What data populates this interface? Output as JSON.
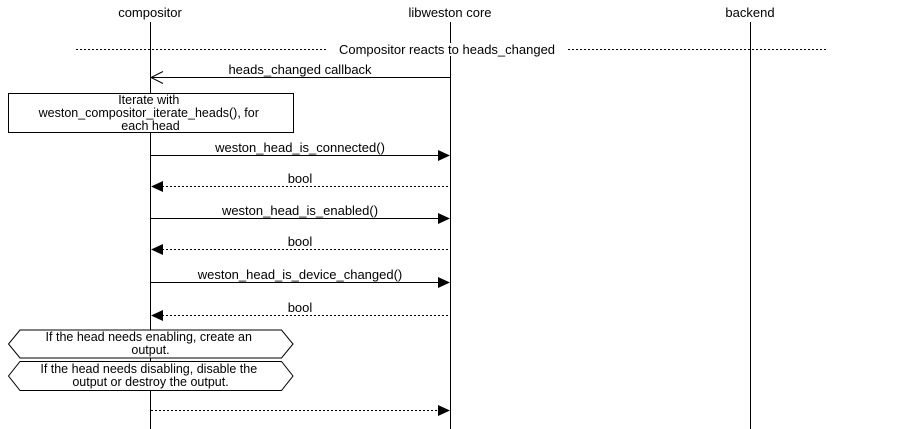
{
  "diagram": {
    "type": "sequence",
    "background_color": "#ffffff",
    "line_color": "#000000",
    "comment": "Compositor reacts to heads_changed",
    "actors": [
      {
        "name": "compositor"
      },
      {
        "name": "libweston core"
      },
      {
        "name": "backend"
      }
    ],
    "messages": [
      {
        "label": "heads_changed callback",
        "from": "libweston core",
        "to": "compositor",
        "line": "solid",
        "arrowhead": "open"
      },
      {
        "label": "weston_head_is_connected()",
        "from": "compositor",
        "to": "libweston core",
        "line": "solid",
        "arrowhead": "filled"
      },
      {
        "label": "bool",
        "from": "libweston core",
        "to": "compositor",
        "line": "dotted",
        "arrowhead": "filled"
      },
      {
        "label": "weston_head_is_enabled()",
        "from": "compositor",
        "to": "libweston core",
        "line": "solid",
        "arrowhead": "filled"
      },
      {
        "label": "bool",
        "from": "libweston core",
        "to": "compositor",
        "line": "dotted",
        "arrowhead": "filled"
      },
      {
        "label": "weston_head_is_device_changed()",
        "from": "compositor",
        "to": "libweston core",
        "line": "solid",
        "arrowhead": "filled"
      },
      {
        "label": "bool",
        "from": "libweston core",
        "to": "compositor",
        "line": "dotted",
        "arrowhead": "filled"
      },
      {
        "label": "",
        "from": "compositor",
        "to": "libweston core",
        "line": "dotted",
        "arrowhead": "filled"
      }
    ],
    "note": {
      "text": "Iterate with weston_compositor_iterate_heads(), for each head",
      "lines": [
        "Iterate with",
        "weston_compositor_iterate_heads(), for",
        "each head"
      ]
    },
    "conditions": [
      {
        "text": "If the head needs enabling, create an output.",
        "lines": [
          "If the head needs enabling, create an",
          "output."
        ]
      },
      {
        "text": "If the head needs disabling, disable the output or destroy the output.",
        "lines": [
          "If the head needs disabling, disable the",
          "output or destroy the output."
        ]
      }
    ]
  }
}
